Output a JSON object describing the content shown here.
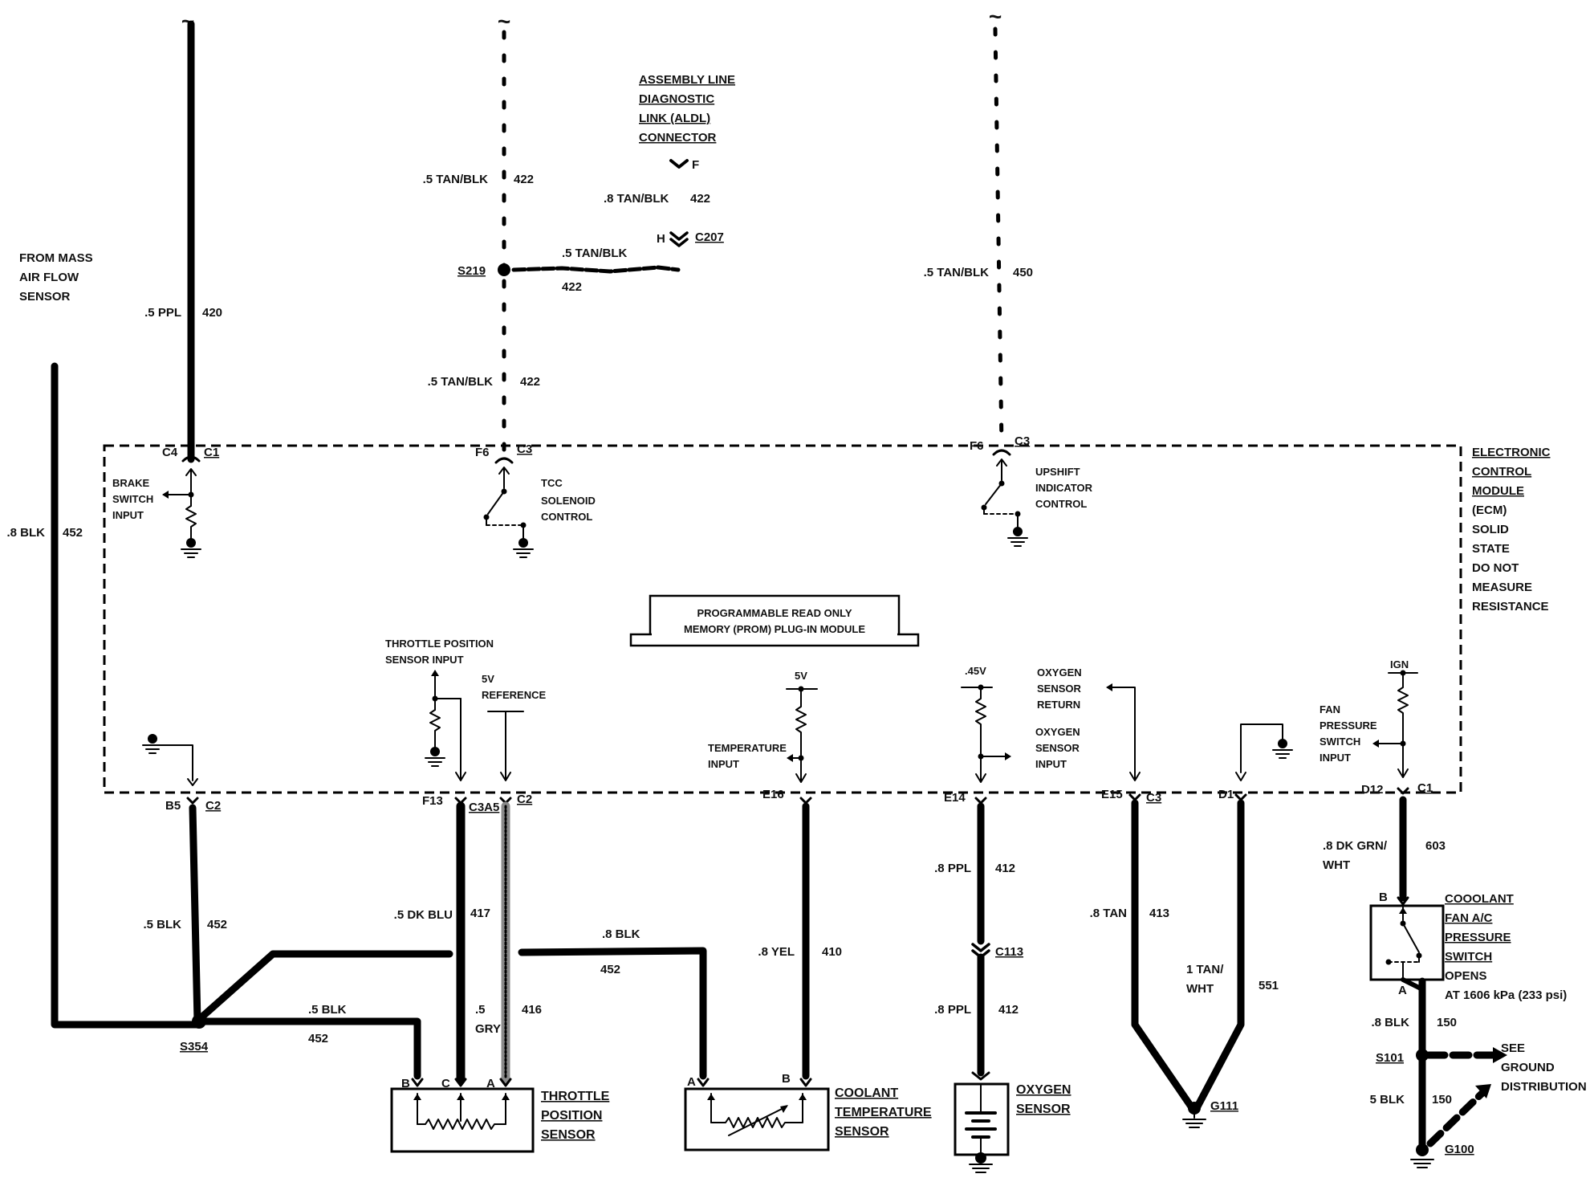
{
  "ecm": {
    "title_lines": [
      "ELECTRONIC",
      "CONTROL",
      "MODULE",
      "(ECM)",
      "SOLID",
      "STATE",
      "DO NOT",
      "MEASURE",
      "RESISTANCE"
    ],
    "prom_lines": [
      "PROGRAMMABLE READ ONLY",
      "MEMORY (PROM) PLUG-IN MODULE"
    ]
  },
  "aldl": {
    "title_lines": [
      "ASSEMBLY LINE",
      "DIAGNOSTIC",
      "LINK (ALDL)",
      "CONNECTOR"
    ],
    "pin_f": "F",
    "pin_h": "H",
    "connector": "C207",
    "wire_label": ".8 TAN/BLK",
    "wire_circuit": "422"
  },
  "maf": {
    "lines": [
      "FROM MASS",
      "AIR FLOW",
      "SENSOR"
    ]
  },
  "wires": {
    "ppl420": {
      "label": ".5 PPL",
      "circuit": "420"
    },
    "tan422a": {
      "label": ".5 TAN/BLK",
      "circuit": "422"
    },
    "tan422b": {
      "label": ".5 TAN/BLK",
      "circuit": "422"
    },
    "tan422s": {
      "label": ".5 TAN/BLK",
      "circuit": "422"
    },
    "tan450": {
      "label": ".5 TAN/BLK",
      "circuit": "450"
    },
    "blk452maf": {
      "label": ".8 BLK",
      "circuit": "452"
    },
    "blk452b5": {
      "label": ".5 BLK",
      "circuit": "452"
    },
    "blk452top": {
      "label": ".8 BLK",
      "circuit": "452"
    },
    "blk452tps": {
      "label": ".5 BLK",
      "circuit": "452"
    },
    "dkblu417": {
      "label": ".5 DK BLU",
      "circuit": "417"
    },
    "gry416": {
      "label_lines": [
        ".5",
        "GRY"
      ],
      "circuit": "416"
    },
    "yel410": {
      "label": ".8 YEL",
      "circuit": "410"
    },
    "ppl412a": {
      "label": ".8 PPL",
      "circuit": "412"
    },
    "ppl412b": {
      "label": ".8 PPL",
      "circuit": "412"
    },
    "tan413": {
      "label": ".8 TAN",
      "circuit": "413"
    },
    "tanwht551": {
      "label_lines": [
        "1 TAN/",
        "WHT"
      ],
      "circuit": "551"
    },
    "dkgrn603": {
      "label_lines": [
        ".8 DK GRN/",
        "WHT"
      ],
      "circuit": "603"
    },
    "blk150a": {
      "label": ".8 BLK",
      "circuit": "150"
    },
    "blk150b": {
      "label": "5 BLK",
      "circuit": "150"
    }
  },
  "splices": {
    "s219": "S219",
    "s354": "S354",
    "s101": "S101"
  },
  "grounds": {
    "g111": "G111",
    "g100": "G100"
  },
  "inline_connector": {
    "c113": "C113"
  },
  "ecm_pins": {
    "c4": "C4",
    "c1_top": "C1",
    "f6_tcc": "F6",
    "c3_tcc": "C3",
    "f6_up": "F6",
    "c3_up": "C3",
    "b5": "B5",
    "c2_b5": "C2",
    "f13": "F13",
    "c3a5": "C3A5",
    "c2_ref": "C2",
    "e16": "E16",
    "e14": "E14",
    "e15": "E15",
    "c3_e15": "C3",
    "d1": "D1",
    "d12": "D12",
    "c1_bot": "C1"
  },
  "internal": {
    "brake": [
      "BRAKE",
      "SWITCH",
      "INPUT"
    ],
    "tcc": [
      "TCC",
      "SOLENOID",
      "CONTROL"
    ],
    "upshift": [
      "UPSHIFT",
      "INDICATOR",
      "CONTROL"
    ],
    "tps_input": [
      "THROTTLE POSITION",
      "SENSOR INPUT"
    ],
    "ref5v": [
      "5V",
      "REFERENCE"
    ],
    "temp_5v": "5V",
    "temp_input": [
      "TEMPERATURE",
      "INPUT"
    ],
    "o2_v": ".45V",
    "o2_return": [
      "OXYGEN",
      "SENSOR",
      "RETURN"
    ],
    "o2_input": [
      "OXYGEN",
      "SENSOR",
      "INPUT"
    ],
    "ign": "IGN",
    "fan": [
      "FAN",
      "PRESSURE",
      "SWITCH",
      "INPUT"
    ]
  },
  "components": {
    "tps": {
      "lines": [
        "THROTTLE",
        "POSITION",
        "SENSOR"
      ],
      "pins": [
        "B",
        "C",
        "A"
      ]
    },
    "cts": {
      "lines": [
        "COOLANT",
        "TEMPERATURE",
        "SENSOR"
      ],
      "pins": [
        "A",
        "B"
      ]
    },
    "o2": {
      "lines": [
        "OXYGEN",
        "SENSOR"
      ]
    },
    "fan_switch": {
      "lines": [
        "COOOLANT",
        "FAN A/C",
        "PRESSURE",
        "SWITCH"
      ],
      "opens_lines": [
        "OPENS",
        "AT 1606 kPa (233 psi)"
      ],
      "pins": [
        "B",
        "A"
      ]
    }
  },
  "see_ground": {
    "lines": [
      "SEE",
      "GROUND",
      "DISTRIBUTION"
    ]
  },
  "continuation_mark": "~"
}
